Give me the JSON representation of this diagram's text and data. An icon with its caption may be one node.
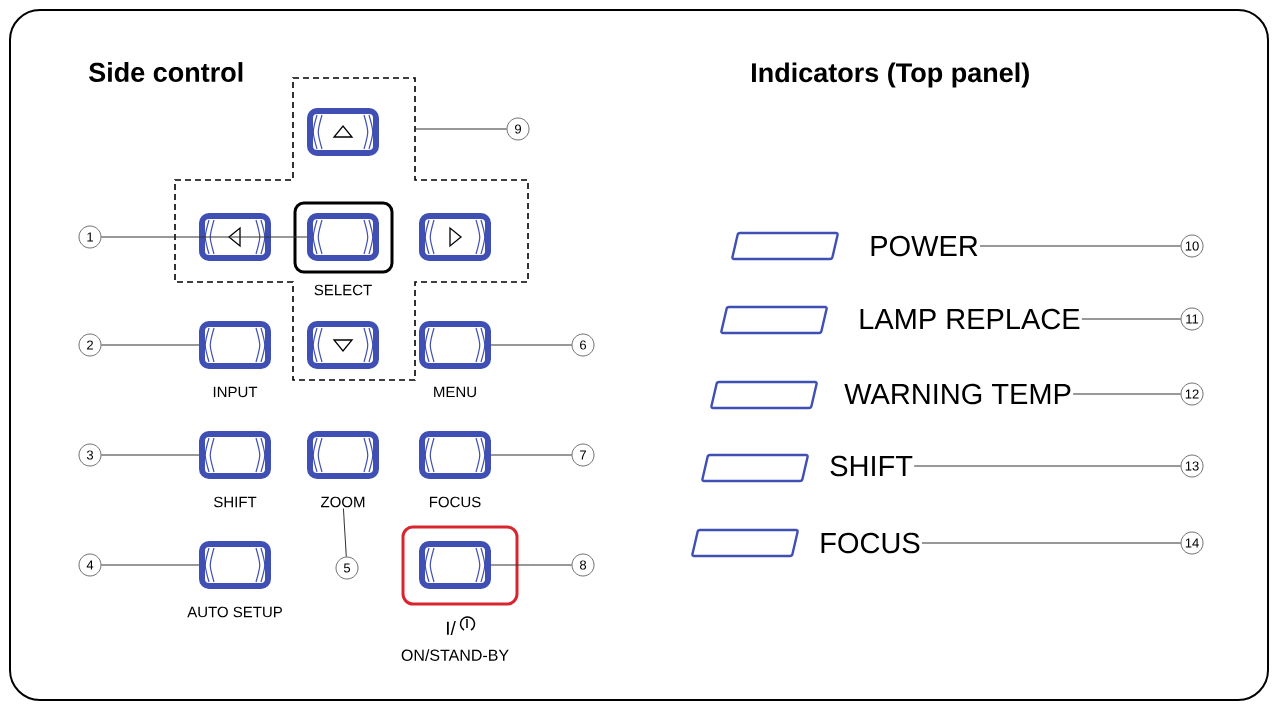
{
  "diagram": {
    "nodes": [
      {
        "text": [],
        "shape": "box"
      },
      {
        "text": [],
        "shape": "box",
        "in": 0
      },
      {
        "text": [],
        "shape": "box",
        "in": 0
      },
      {
        "text": [],
        "shape": "box",
        "in": 0,
        "beside": [
          "SELECT"
        ]
      },
      {
        "text": [],
        "shape": "box",
        "in": 0
      },
      {
        "text": [],
        "shape": "box",
        "in": 0
      },
      {
        "text": [],
        "shape": "box",
        "beside": [
          "INPUT"
        ]
      },
      {
        "text": [],
        "shape": "box",
        "beside": [
          "MENU"
        ]
      },
      {
        "text": [],
        "shape": "box",
        "beside": [
          "SHIFT"
        ]
      },
      {
        "text": [],
        "shape": "box",
        "beside": [
          "ZOOM"
        ]
      },
      {
        "text": [],
        "shape": "box",
        "beside": [
          "FOCUS"
        ]
      },
      {
        "text": [],
        "shape": "box",
        "beside": [
          "AUTO SETUP"
        ]
      },
      {
        "text": [],
        "shape": "box",
        "beside": [
          "I/",
          "ON/STAND-BY"
        ]
      },
      {
        "text": [
          "1"
        ]
      },
      {
        "text": [
          "2"
        ]
      },
      {
        "text": [
          "3"
        ]
      },
      {
        "text": [
          "4"
        ]
      },
      {
        "text": [
          "5"
        ]
      },
      {
        "text": [
          "6"
        ]
      },
      {
        "text": [
          "7"
        ]
      },
      {
        "text": [
          "8"
        ]
      },
      {
        "text": [
          "9"
        ]
      },
      {
        "text": [],
        "shape": "box"
      },
      {
        "text": [],
        "shape": "box"
      },
      {
        "text": [],
        "shape": "box"
      },
      {
        "text": [],
        "shape": "box"
      },
      {
        "text": [],
        "shape": "box"
      },
      {
        "text": [
          "POWER"
        ]
      },
      {
        "text": [
          "LAMP REPLACE"
        ]
      },
      {
        "text": [
          "WARNING TEMP"
        ]
      },
      {
        "text": [
          "SHIFT"
        ]
      },
      {
        "text": [
          "FOCUS"
        ]
      },
      {
        "text": [
          "10"
        ]
      },
      {
        "text": [
          "11"
        ]
      },
      {
        "text": [
          "12"
        ]
      },
      {
        "text": [
          "13"
        ]
      },
      {
        "text": [
          "14"
        ]
      }
    ],
    "edges": [
      {
        "from": 13,
        "to": 3,
        "arrow": "none"
      },
      {
        "from": 14,
        "to": 6,
        "arrow": "none"
      },
      {
        "from": 15,
        "to": 8,
        "arrow": "none"
      },
      {
        "from": 16,
        "to": 11,
        "arrow": "none"
      },
      {
        "from": 17,
        "to": 9,
        "arrow": "none"
      },
      {
        "from": 18,
        "to": 7,
        "arrow": "none"
      },
      {
        "from": 19,
        "to": 10,
        "arrow": "none"
      },
      {
        "from": 20,
        "to": 12,
        "arrow": "none"
      },
      {
        "from": 21,
        "to": 0,
        "arrow": "none"
      },
      {
        "from": 32,
        "to": 27,
        "arrow": "none"
      },
      {
        "from": 33,
        "to": 28,
        "arrow": "none"
      },
      {
        "from": 34,
        "to": 29,
        "arrow": "none"
      },
      {
        "from": 35,
        "to": 30,
        "arrow": "none"
      },
      {
        "from": 36,
        "to": 31,
        "arrow": "none"
      }
    ],
    "labels": [
      "Side control",
      "Indicators (Top panel)"
    ]
  }
}
